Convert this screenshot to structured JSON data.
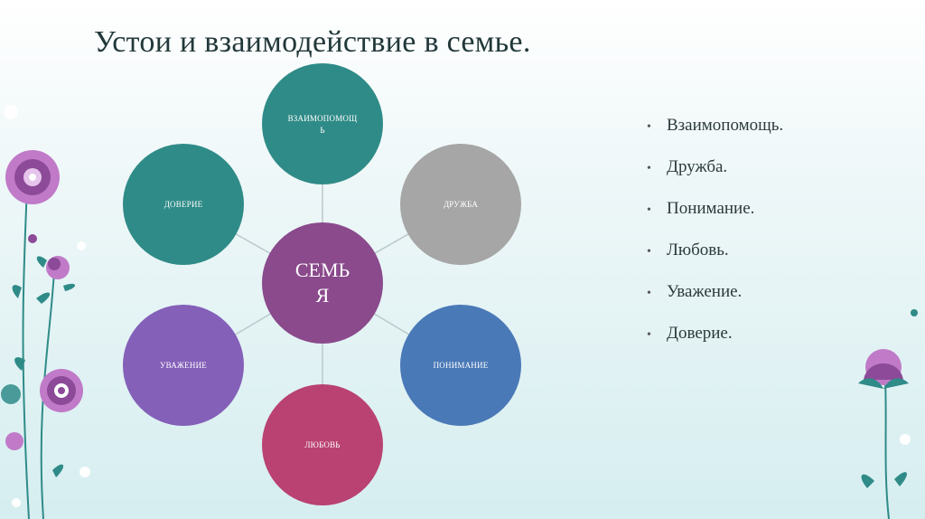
{
  "slide": {
    "title": "Устои и взаимодействие в семье."
  },
  "diagram": {
    "center": {
      "label_line1": "СЕМЬ",
      "label_line2": "Я",
      "color": "#8a4a8c"
    },
    "nodes": [
      {
        "label_line1": "ВЗАИМОПОМОЩ",
        "label_line2": "Ь",
        "color": "#2f8b88"
      },
      {
        "label_line1": "ДРУЖБА",
        "label_line2": "",
        "color": "#a6a6a6"
      },
      {
        "label_line1": "ПОНИМАНИЕ",
        "label_line2": "",
        "color": "#4a79b7"
      },
      {
        "label_line1": "ЛЮБОВЬ",
        "label_line2": "",
        "color": "#b94272"
      },
      {
        "label_line1": "УВАЖЕНИЕ",
        "label_line2": "",
        "color": "#8460b8"
      },
      {
        "label_line1": "ДОВЕРИЕ",
        "label_line2": "",
        "color": "#2f8b88"
      }
    ],
    "connector_color": "#b9c9cc"
  },
  "bullets": {
    "marker": "•",
    "items": [
      "Взаимопомощь.",
      "Дружба.",
      "Понимание.",
      "Любовь.",
      "Уважение.",
      "Доверие."
    ]
  },
  "decor": {
    "flower_pink": "#c07ac8",
    "flower_purple": "#8c4a98",
    "leaf": "#2f8b88"
  }
}
